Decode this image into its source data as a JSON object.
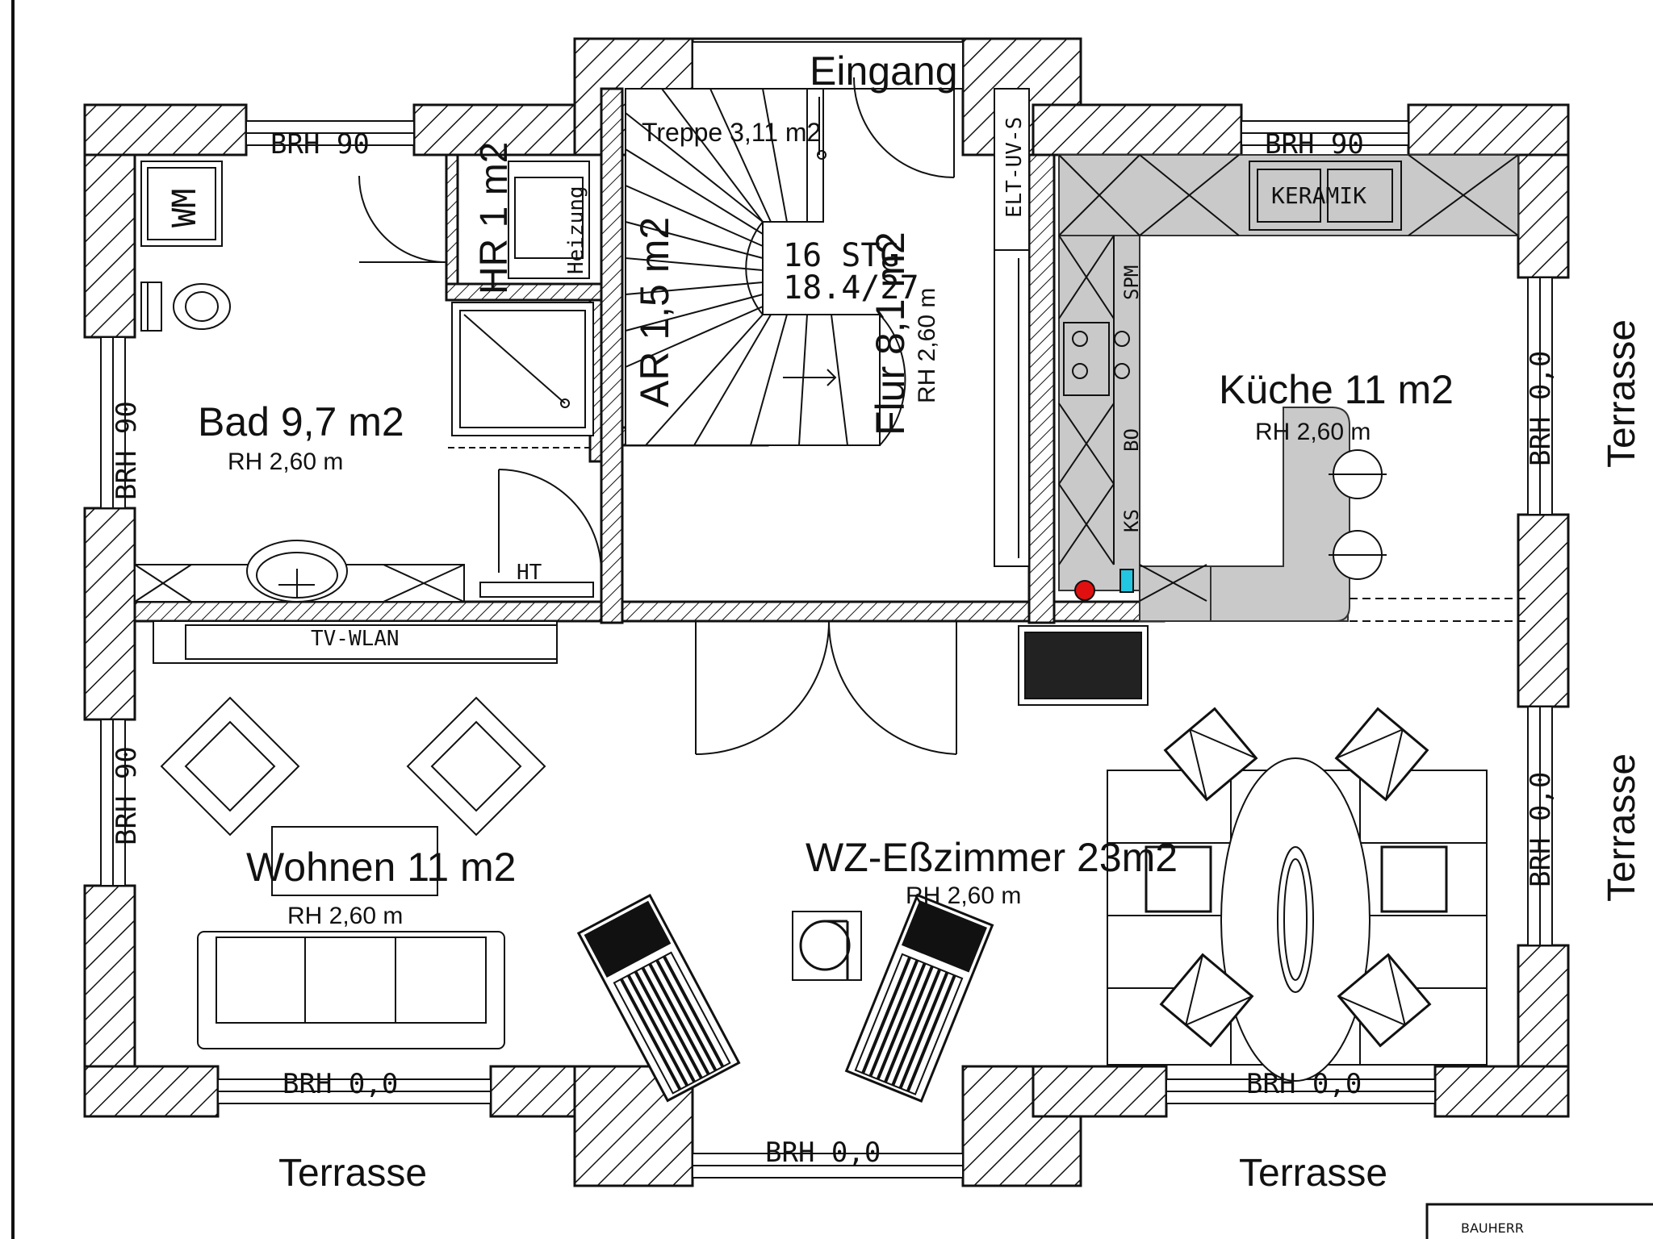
{
  "rooms": {
    "bad": {
      "name": "Bad 9,7 m2",
      "height": "RH 2,60 m"
    },
    "hr": {
      "name": "HR 1 m2"
    },
    "heizung": {
      "name": "Heizung"
    },
    "treppe": {
      "name": "Treppe 3,11 m2"
    },
    "stg": {
      "line1": "16 STG",
      "line2": "18.4/27"
    },
    "ar": {
      "name": "AR 1,5 m2"
    },
    "flur": {
      "name": "Flur 8,1 m2",
      "height": "RH 2,60 m"
    },
    "kueche": {
      "name": "Küche 11 m2",
      "height": "RH 2,60 m"
    },
    "wohnen": {
      "name": "Wohnen 11 m2",
      "height": "RH 2,60 m"
    },
    "wz": {
      "name": "WZ-Eßzimmer 23m2",
      "height": "RH 2,60 m"
    }
  },
  "labels": {
    "eingang": "Eingang",
    "elt": "ELT-UV-S",
    "wm": "WM",
    "ht": "HT",
    "tv": "TV-WLAN",
    "keramik": "KERAMIK",
    "spm": "SPM",
    "bo": "BO",
    "ks": "KS"
  },
  "windows": {
    "top_left": "BRH 90",
    "top_right": "BRH 90",
    "left_upper": "BRH 90",
    "left_lower": "BRH 90",
    "right_upper": "BRH 0,0",
    "right_lower": "BRH 0,0",
    "bottom_left": "BRH 0,0",
    "bottom_center": "BRH 0,0",
    "bottom_right": "BRH 0,0"
  },
  "outside": {
    "terrasse_right_top": "Terrasse",
    "terrasse_right_bottom": "Terrasse",
    "terrasse_bottom_left": "Terrasse",
    "terrasse_bottom_right": "Terrasse"
  },
  "title_block": {
    "bauherr": "BAUHERR"
  }
}
